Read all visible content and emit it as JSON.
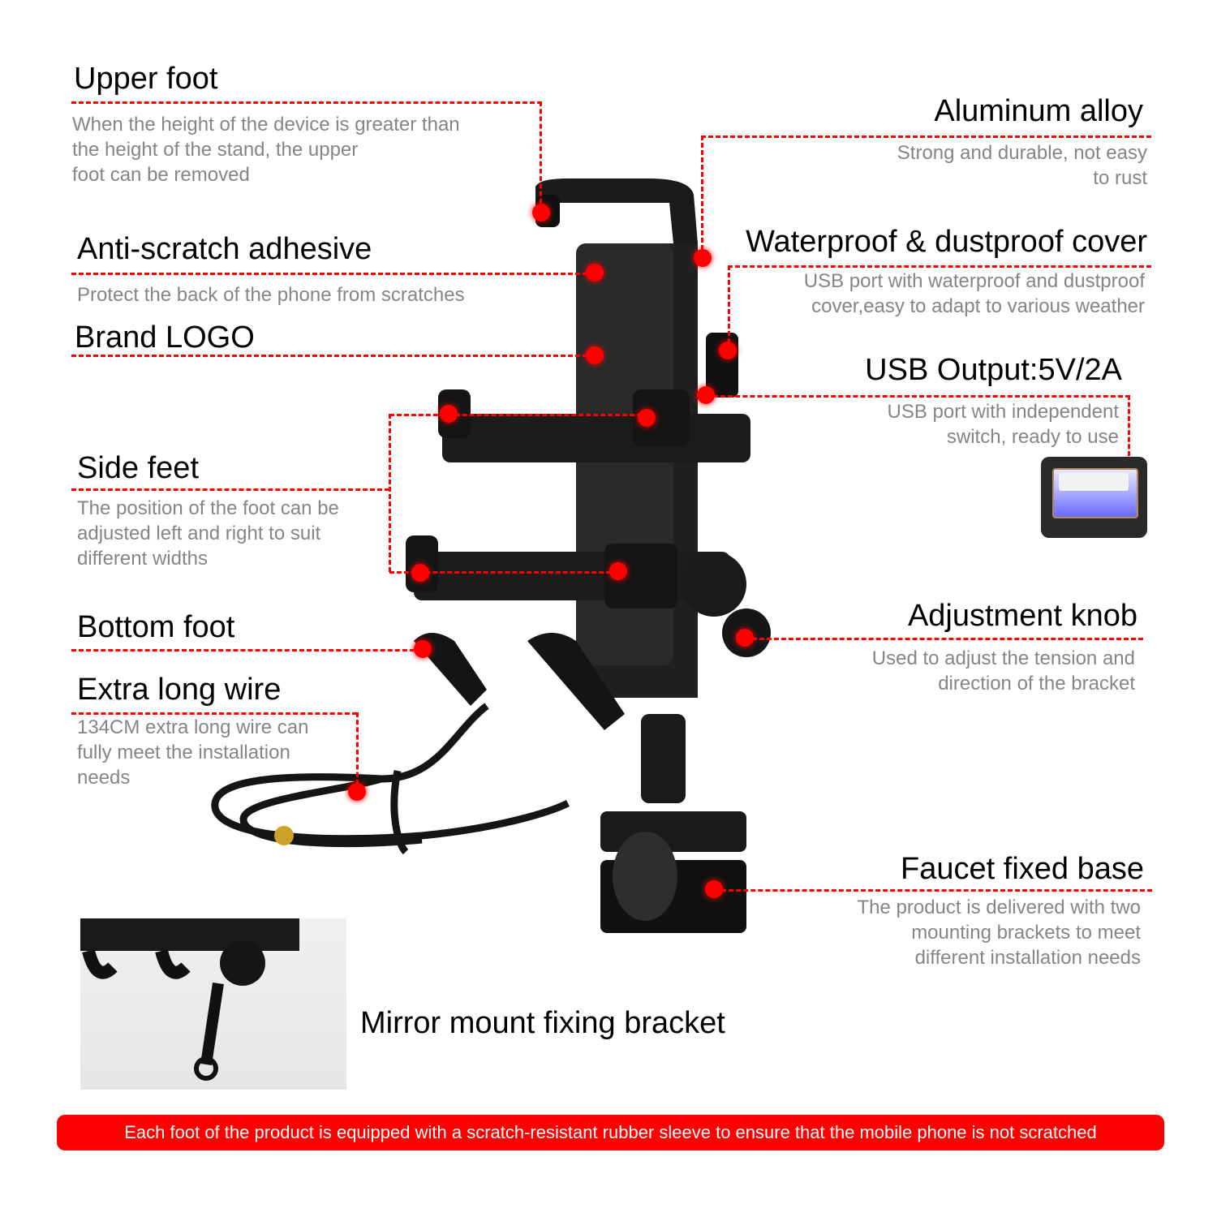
{
  "callouts": {
    "upper_foot": {
      "title": "Upper foot",
      "desc": [
        "When the height of the device is greater than",
        "the height of the stand, the upper",
        "foot can be removed"
      ]
    },
    "anti_scratch": {
      "title": "Anti-scratch adhesive",
      "desc": [
        "Protect the back of the phone from scratches"
      ]
    },
    "brand_logo": {
      "title": "Brand LOGO"
    },
    "side_feet": {
      "title": "Side feet",
      "desc": [
        "The position of the foot can be",
        "adjusted left and right to suit",
        "different widths"
      ]
    },
    "bottom_foot": {
      "title": "Bottom foot"
    },
    "extra_long_wire": {
      "title": "Extra long wire",
      "desc": [
        "134CM extra long wire can",
        "fully meet the installation",
        "needs"
      ]
    },
    "aluminum_alloy": {
      "title": "Aluminum alloy",
      "desc": [
        "Strong and durable, not easy",
        "to rust"
      ]
    },
    "waterproof_cover": {
      "title": "Waterproof & dustproof cover",
      "desc": [
        "USB port with waterproof and dustproof",
        "cover,easy to adapt to various weather"
      ]
    },
    "usb_output": {
      "title": "USB Output:5V/2A",
      "desc": [
        "USB port with independent",
        "switch, ready to use"
      ]
    },
    "adjustment_knob": {
      "title": "Adjustment knob",
      "desc": [
        "Used to adjust the tension and",
        "direction of the bracket"
      ]
    },
    "faucet_base": {
      "title": "Faucet fixed base",
      "desc": [
        "The product is delivered with two",
        "mounting brackets to meet",
        "different installation needs"
      ]
    },
    "mirror_mount": {
      "title": "Mirror mount fixing bracket"
    }
  },
  "banner": {
    "text": "Each foot of the product is equipped with a scratch-resistant rubber sleeve to ensure that the mobile phone is not scratched"
  },
  "colors": {
    "accent": "#ff0000",
    "title": "#000000",
    "desc": "#858585",
    "product": "#1a1a1a"
  }
}
